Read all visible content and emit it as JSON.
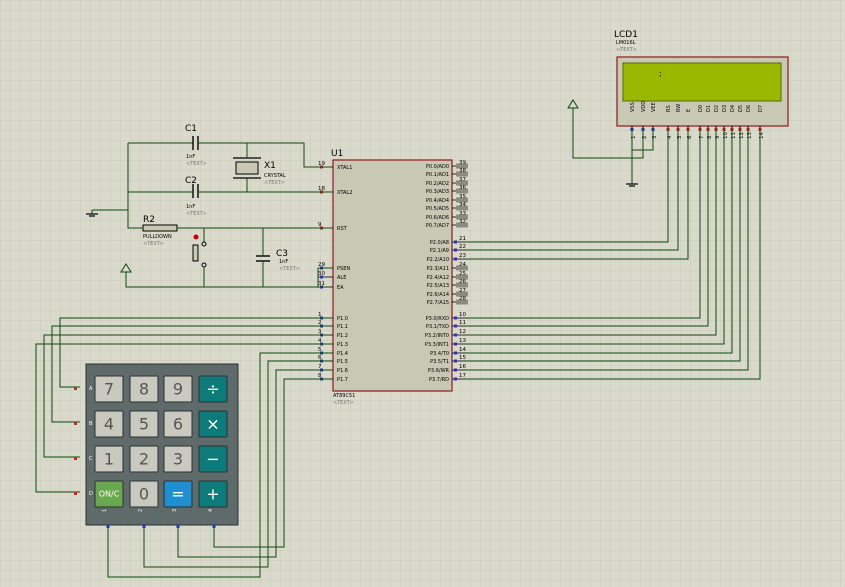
{
  "lcd": {
    "ref": "LCD1",
    "part": "LM016L",
    "text": "<TEXT>",
    "screen_char": ";",
    "pins": [
      "VSS",
      "VDD",
      "VEE",
      "RS",
      "RW",
      "E",
      "D0",
      "D1",
      "D2",
      "D3",
      "D4",
      "D5",
      "D6",
      "D7"
    ],
    "pin_numbers": [
      "1",
      "2",
      "3",
      "4",
      "5",
      "6",
      "7",
      "8",
      "9",
      "10",
      "11",
      "12",
      "13",
      "14"
    ]
  },
  "mcu": {
    "ref": "U1",
    "part": "AT89C51",
    "text": "<TEXT>",
    "left_pins": [
      {
        "num": "19",
        "name": "XTAL1"
      },
      {
        "num": "18",
        "name": "XTAL2"
      },
      {
        "num": "9",
        "name": "RST"
      },
      {
        "num": "29",
        "name": "PSEN"
      },
      {
        "num": "30",
        "name": "ALE"
      },
      {
        "num": "31",
        "name": "EA"
      },
      {
        "num": "1",
        "name": "P1.0"
      },
      {
        "num": "2",
        "name": "P1.1"
      },
      {
        "num": "3",
        "name": "P1.2"
      },
      {
        "num": "4",
        "name": "P1.3"
      },
      {
        "num": "5",
        "name": "P1.4"
      },
      {
        "num": "6",
        "name": "P1.5"
      },
      {
        "num": "7",
        "name": "P1.6"
      },
      {
        "num": "8",
        "name": "P1.7"
      }
    ],
    "right_pins": [
      {
        "num": "39",
        "name": "P0.0/AD0"
      },
      {
        "num": "38",
        "name": "P0.1/AD1"
      },
      {
        "num": "37",
        "name": "P0.2/AD2"
      },
      {
        "num": "36",
        "name": "P0.3/AD3"
      },
      {
        "num": "35",
        "name": "P0.4/AD4"
      },
      {
        "num": "34",
        "name": "P0.5/AD5"
      },
      {
        "num": "33",
        "name": "P0.6/AD6"
      },
      {
        "num": "32",
        "name": "P0.7/AD7"
      },
      {
        "num": "21",
        "name": "P2.0/A8"
      },
      {
        "num": "22",
        "name": "P2.1/A9"
      },
      {
        "num": "23",
        "name": "P2.2/A10"
      },
      {
        "num": "24",
        "name": "P2.3/A11"
      },
      {
        "num": "25",
        "name": "P2.4/A12"
      },
      {
        "num": "26",
        "name": "P2.5/A13"
      },
      {
        "num": "27",
        "name": "P2.6/A14"
      },
      {
        "num": "28",
        "name": "P2.7/A15"
      },
      {
        "num": "10",
        "name": "P3.0/RXD"
      },
      {
        "num": "11",
        "name": "P3.1/TXD"
      },
      {
        "num": "12",
        "name": "P3.2/INT0"
      },
      {
        "num": "13",
        "name": "P3.3/INT1"
      },
      {
        "num": "14",
        "name": "P3.4/T0"
      },
      {
        "num": "15",
        "name": "P3.5/T1"
      },
      {
        "num": "16",
        "name": "P3.6/WR"
      },
      {
        "num": "17",
        "name": "P3.7/RD"
      }
    ]
  },
  "c1": {
    "ref": "C1",
    "value": "1nF",
    "text": "<TEXT>"
  },
  "c2": {
    "ref": "C2",
    "value": "1nF",
    "text": "<TEXT>"
  },
  "c3": {
    "ref": "C3",
    "value": "1nF",
    "text": "<TEXT>"
  },
  "x1": {
    "ref": "X1",
    "part": "CRYSTAL",
    "text": "<TEXT>"
  },
  "r2": {
    "ref": "R2",
    "part": "PULLDOWN",
    "text": "<TEXT>"
  },
  "keypad": {
    "row_labels": [
      "A",
      "B",
      "C",
      "D"
    ],
    "col_labels": [
      "1",
      "2",
      "3",
      "4"
    ],
    "keys": [
      [
        "7",
        "8",
        "9",
        "÷"
      ],
      [
        "4",
        "5",
        "6",
        "×"
      ],
      [
        "1",
        "2",
        "3",
        "−"
      ],
      [
        "ON/C",
        "0",
        "=",
        "+"
      ]
    ]
  },
  "colors": {
    "wire": "#0d4a0d",
    "chip_fill": "#c8c8b4",
    "chip_border": "#8b1a1a",
    "lcd_screen": "#9ab800",
    "grid_bg": "#d9d9cc",
    "key_gray": "#c9c9c0",
    "key_teal": "#0e7b7b",
    "key_blue": "#1e90d0",
    "key_green": "#6aa84f",
    "keypad_body": "#5f6b6b"
  }
}
